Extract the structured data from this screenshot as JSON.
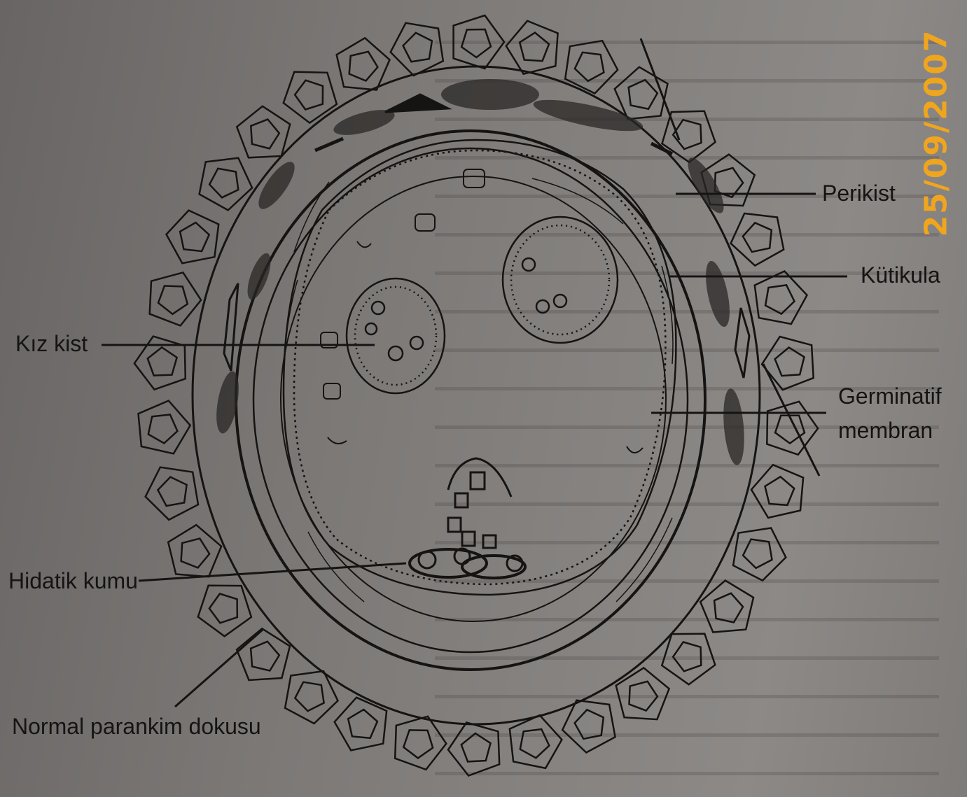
{
  "labels": {
    "perikist": "Perikist",
    "kutikula": "Kütikula",
    "germinatif_line1": "Germinatif",
    "germinatif_line2": "membran",
    "kiz_kist": "Kız kist",
    "hidatik_kumu": "Hidatik kumu",
    "normal_parankim": "Normal parankim dokusu"
  },
  "date_stamp": "25/09/2007",
  "colors": {
    "ink": "#161413",
    "date_stamp": "#f0a51e",
    "paper": "#7b7876"
  }
}
